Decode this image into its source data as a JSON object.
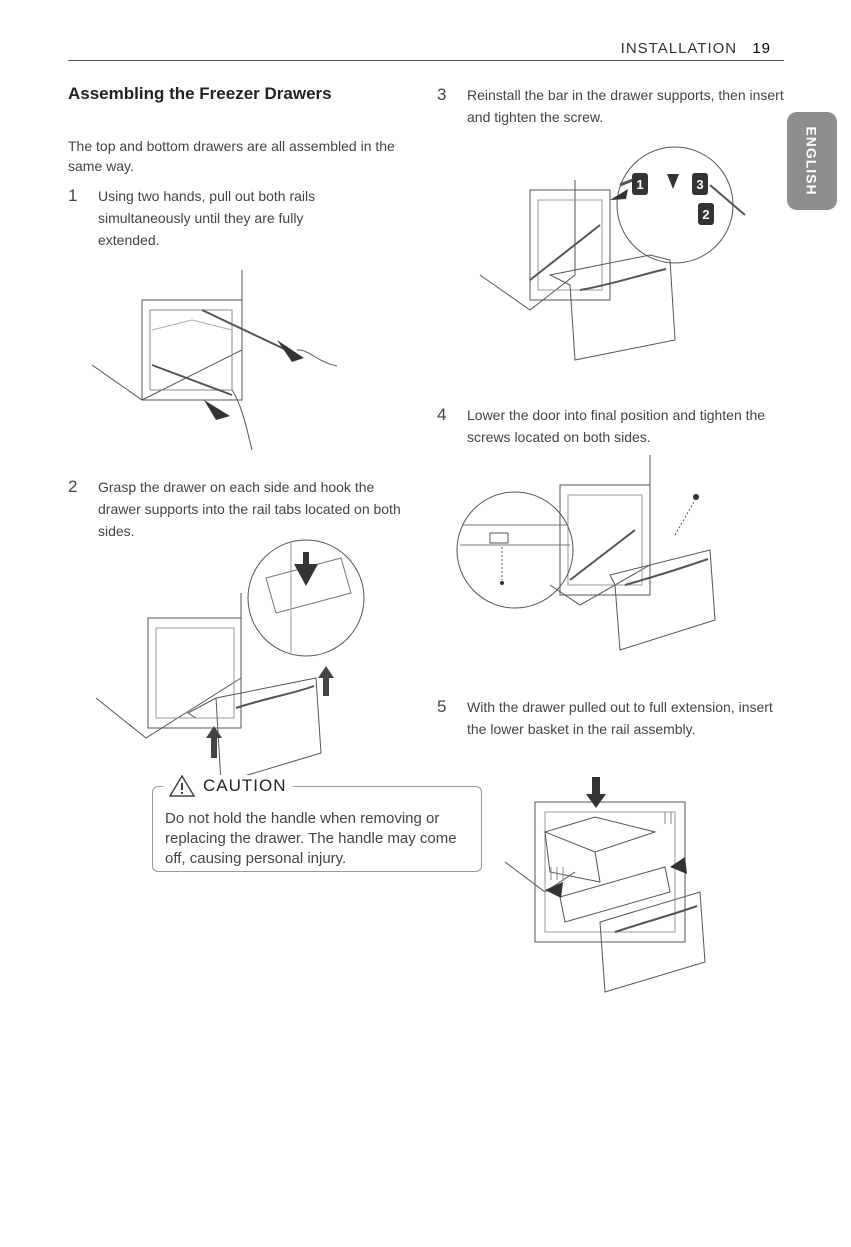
{
  "header": {
    "section": "INSTALLATION",
    "page_number": "19"
  },
  "language_tab": "ENGLISH",
  "section_title": "Assembling the Freezer Drawers",
  "intro": "The top and bottom drawers are all assembled in the same way.",
  "steps": [
    {
      "number": "1",
      "text": "Using two hands, pull out both rails simultaneously until they are fully extended."
    },
    {
      "number": "2",
      "text": "Grasp the drawer on each side and hook the drawer supports into the rail tabs located on both sides."
    },
    {
      "number": "3",
      "text": "Reinstall the bar in the drawer supports, then insert and tighten the screw."
    },
    {
      "number": "4",
      "text": "Lower the door into final position and tighten the screws located on both sides."
    },
    {
      "number": "5",
      "text": "With the drawer pulled out to full extension, insert the lower basket in the rail assembly."
    }
  ],
  "caution": {
    "title": "CAUTION",
    "text": "Do not hold the handle when removing or replacing the drawer. The handle may come off, causing personal injury."
  },
  "callouts": {
    "one": "1",
    "two": "2",
    "three": "3"
  }
}
